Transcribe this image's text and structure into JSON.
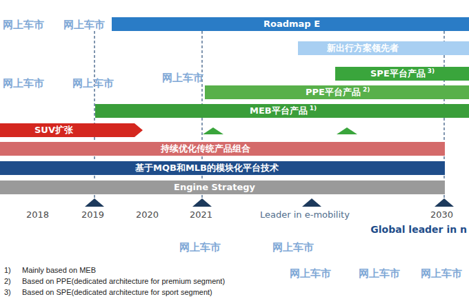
{
  "diagram": {
    "nodes": [
      {
        "text": [
          "Roadmap E"
        ]
      },
      {
        "text": [
          "新出行方案领先者"
        ]
      },
      {
        "text": [
          "SPE平台产品",
          "3)"
        ]
      },
      {
        "text": [
          "PPE平台产品",
          "2)"
        ]
      },
      {
        "text": [
          "MEB平台产品",
          "1)"
        ]
      },
      {
        "text": [
          "SUV扩张"
        ]
      },
      {
        "text": [
          "持续优化传统产品组合"
        ]
      },
      {
        "text": [
          "基于MQB和MLB的模块化平台技术"
        ]
      },
      {
        "text": [
          "Engine Strategy"
        ]
      }
    ],
    "labels": [
      "2018",
      "2019",
      "2020",
      "2021",
      "Leader in e-mobility",
      "2030",
      "Global leader in n",
      "1)",
      "Mainly based on MEB",
      "2)",
      "Based on PPE(dedicated architecture for premium segment)",
      "3)",
      "Based on SPE(dedicated architecture for sport segment)",
      "网上车市",
      "网上车市",
      "网上车市",
      "网上车市",
      "网上车市",
      "网上车市",
      "网上车市",
      "网上车市",
      "网上车市",
      "网上车市"
    ]
  }
}
